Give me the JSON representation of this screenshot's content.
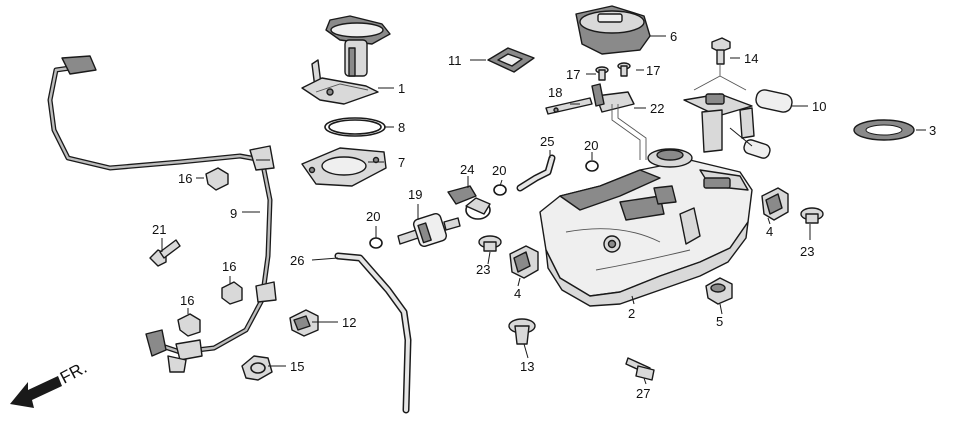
{
  "callouts": {
    "c1": "1",
    "c2": "2",
    "c3": "3",
    "c4a": "4",
    "c4b": "4",
    "c5": "5",
    "c6": "6",
    "c7": "7",
    "c8": "8",
    "c9": "9",
    "c10": "10",
    "c11": "11",
    "c12": "12",
    "c13": "13",
    "c14": "14",
    "c15": "15",
    "c16a": "16",
    "c16b": "16",
    "c16c": "16",
    "c17a": "17",
    "c17b": "17",
    "c18": "18",
    "c19": "19",
    "c20a": "20",
    "c20b": "20",
    "c20c": "20",
    "c21": "21",
    "c22": "22",
    "c23a": "23",
    "c23b": "23",
    "c24": "24",
    "c25": "25",
    "c26": "26",
    "c27": "27"
  },
  "direction": {
    "label": "FR."
  }
}
